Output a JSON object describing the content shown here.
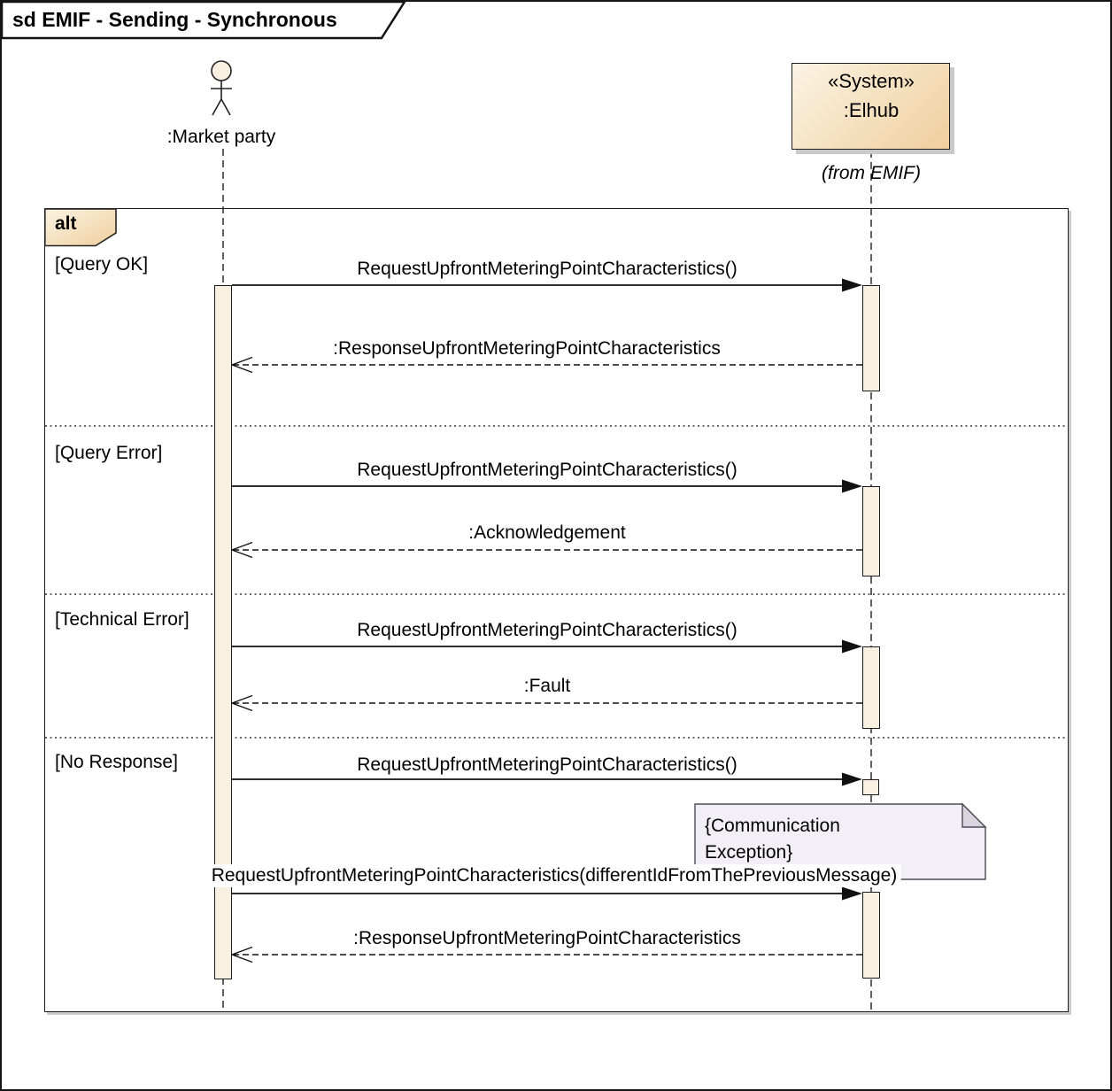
{
  "diagram": {
    "title": "sd EMIF - Sending - Synchronous"
  },
  "lifelines": {
    "market_party": {
      "label": ":Market party",
      "kind": "actor"
    },
    "elhub": {
      "stereotype": "«System»",
      "label": ":Elhub",
      "origin": "(from EMIF)",
      "kind": "system-object"
    }
  },
  "alt_fragment": {
    "operator": "alt",
    "guards": [
      {
        "label": "[Query OK]"
      },
      {
        "label": "[Query Error]"
      },
      {
        "label": "[Technical Error]"
      },
      {
        "label": "[No Response]"
      }
    ]
  },
  "messages": [
    {
      "label": "RequestUpfrontMeteringPointCharacteristics()",
      "kind": "sync-call",
      "from": ":Market party",
      "to": ":Elhub"
    },
    {
      "label": ":ResponseUpfrontMeteringPointCharacteristics",
      "kind": "return",
      "from": ":Elhub",
      "to": ":Market party"
    },
    {
      "label": "RequestUpfrontMeteringPointCharacteristics()",
      "kind": "sync-call",
      "from": ":Market party",
      "to": ":Elhub"
    },
    {
      "label": ":Acknowledgement",
      "kind": "return",
      "from": ":Elhub",
      "to": ":Market party"
    },
    {
      "label": "RequestUpfrontMeteringPointCharacteristics()",
      "kind": "sync-call",
      "from": ":Market party",
      "to": ":Elhub"
    },
    {
      "label": ":Fault",
      "kind": "return",
      "from": ":Elhub",
      "to": ":Market party"
    },
    {
      "label": "RequestUpfrontMeteringPointCharacteristics()",
      "kind": "sync-call",
      "from": ":Market party",
      "to": ":Elhub"
    },
    {
      "label": "RequestUpfrontMeteringPointCharacteristics(differentIdFromThePreviousMessage)",
      "kind": "sync-call",
      "from": ":Market party",
      "to": ":Elhub"
    },
    {
      "label": ":ResponseUpfrontMeteringPointCharacteristics",
      "kind": "return",
      "from": ":Elhub",
      "to": ":Market party"
    }
  ],
  "note": {
    "line1": "{Communication",
    "line2": "Exception}"
  },
  "colors": {
    "activation_fill": "#FAF0E1",
    "box_gradient_start": "#FBF3E3",
    "box_gradient_end": "#EFCF9D",
    "note_fill": "#F3EFF6",
    "note_fold": "#D9D5DE",
    "frame_border": "#1A1A1A",
    "shadow": "#C9C9C9"
  }
}
